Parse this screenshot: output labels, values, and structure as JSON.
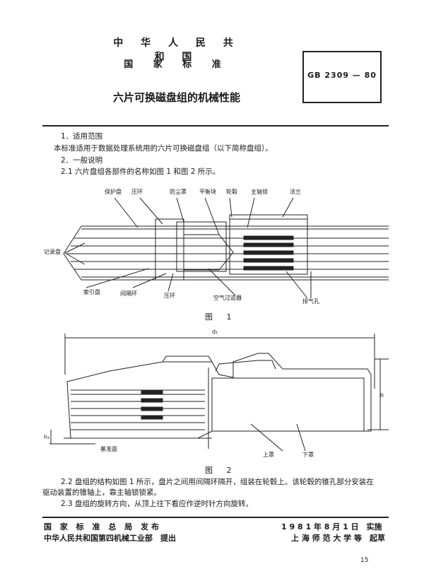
{
  "header": {
    "country": "中 华 人 民 共 和 国",
    "national_standard": "国 家 标 准",
    "gb_code": "GB 2309 — 80",
    "title": "六片可换磁盘组的机械性能"
  },
  "body": {
    "p1": "1．适用范围",
    "p2": "本标准适用于数据处理系统用的六片可换磁盘组（以下简称盘组）。",
    "p3": "2．一般说明",
    "p4": "2.1 六片盘组各部件的名称如图 1 和图 2 所示。",
    "p5_line1": "2.2 盘组的结构如图 1 所示，盘片之间用间隔环隔开，组装在轮毂上。该轮毂的锥孔部分安装在",
    "p5_line2": "驱动装置的锥轴上，靠主轴锁锁紧。",
    "p6": "2.3 盘组的旋转方向，从顶上往下看应作逆时针方向旋转。"
  },
  "figure1": {
    "caption": "图 1",
    "labels": {
      "protective_disk": "保护盘",
      "press_ring_top": "压环",
      "dust_cover": "防尘罩",
      "balance_block": "平衡块",
      "hub": "轮毂",
      "spindle_lock": "主轴锁",
      "flange": "法兰",
      "recording_disk": "记录盘",
      "index_disk": "索引盘",
      "spacer_ring": "间隔环",
      "press_ring_bottom": "压环",
      "air_filter": "空气过滤器",
      "vent_hole": "排气孔"
    }
  },
  "figure2": {
    "caption": "图 2",
    "labels": {
      "d1": "d₁",
      "h": "h",
      "h1": "h₁",
      "datum_plane": "基准面",
      "upper_cover": "上罩",
      "lower_cover": "下罩"
    }
  },
  "footer": {
    "issuer": "国 家 标 准 总 局 发布",
    "proposer": "中华人民共和国第四机械工业部　提出",
    "implement_date": "1 9 8 1 年 8 月 1 日　实施",
    "drafter": "上 海 师 范 大 学 等　起草",
    "page_number": "15"
  }
}
